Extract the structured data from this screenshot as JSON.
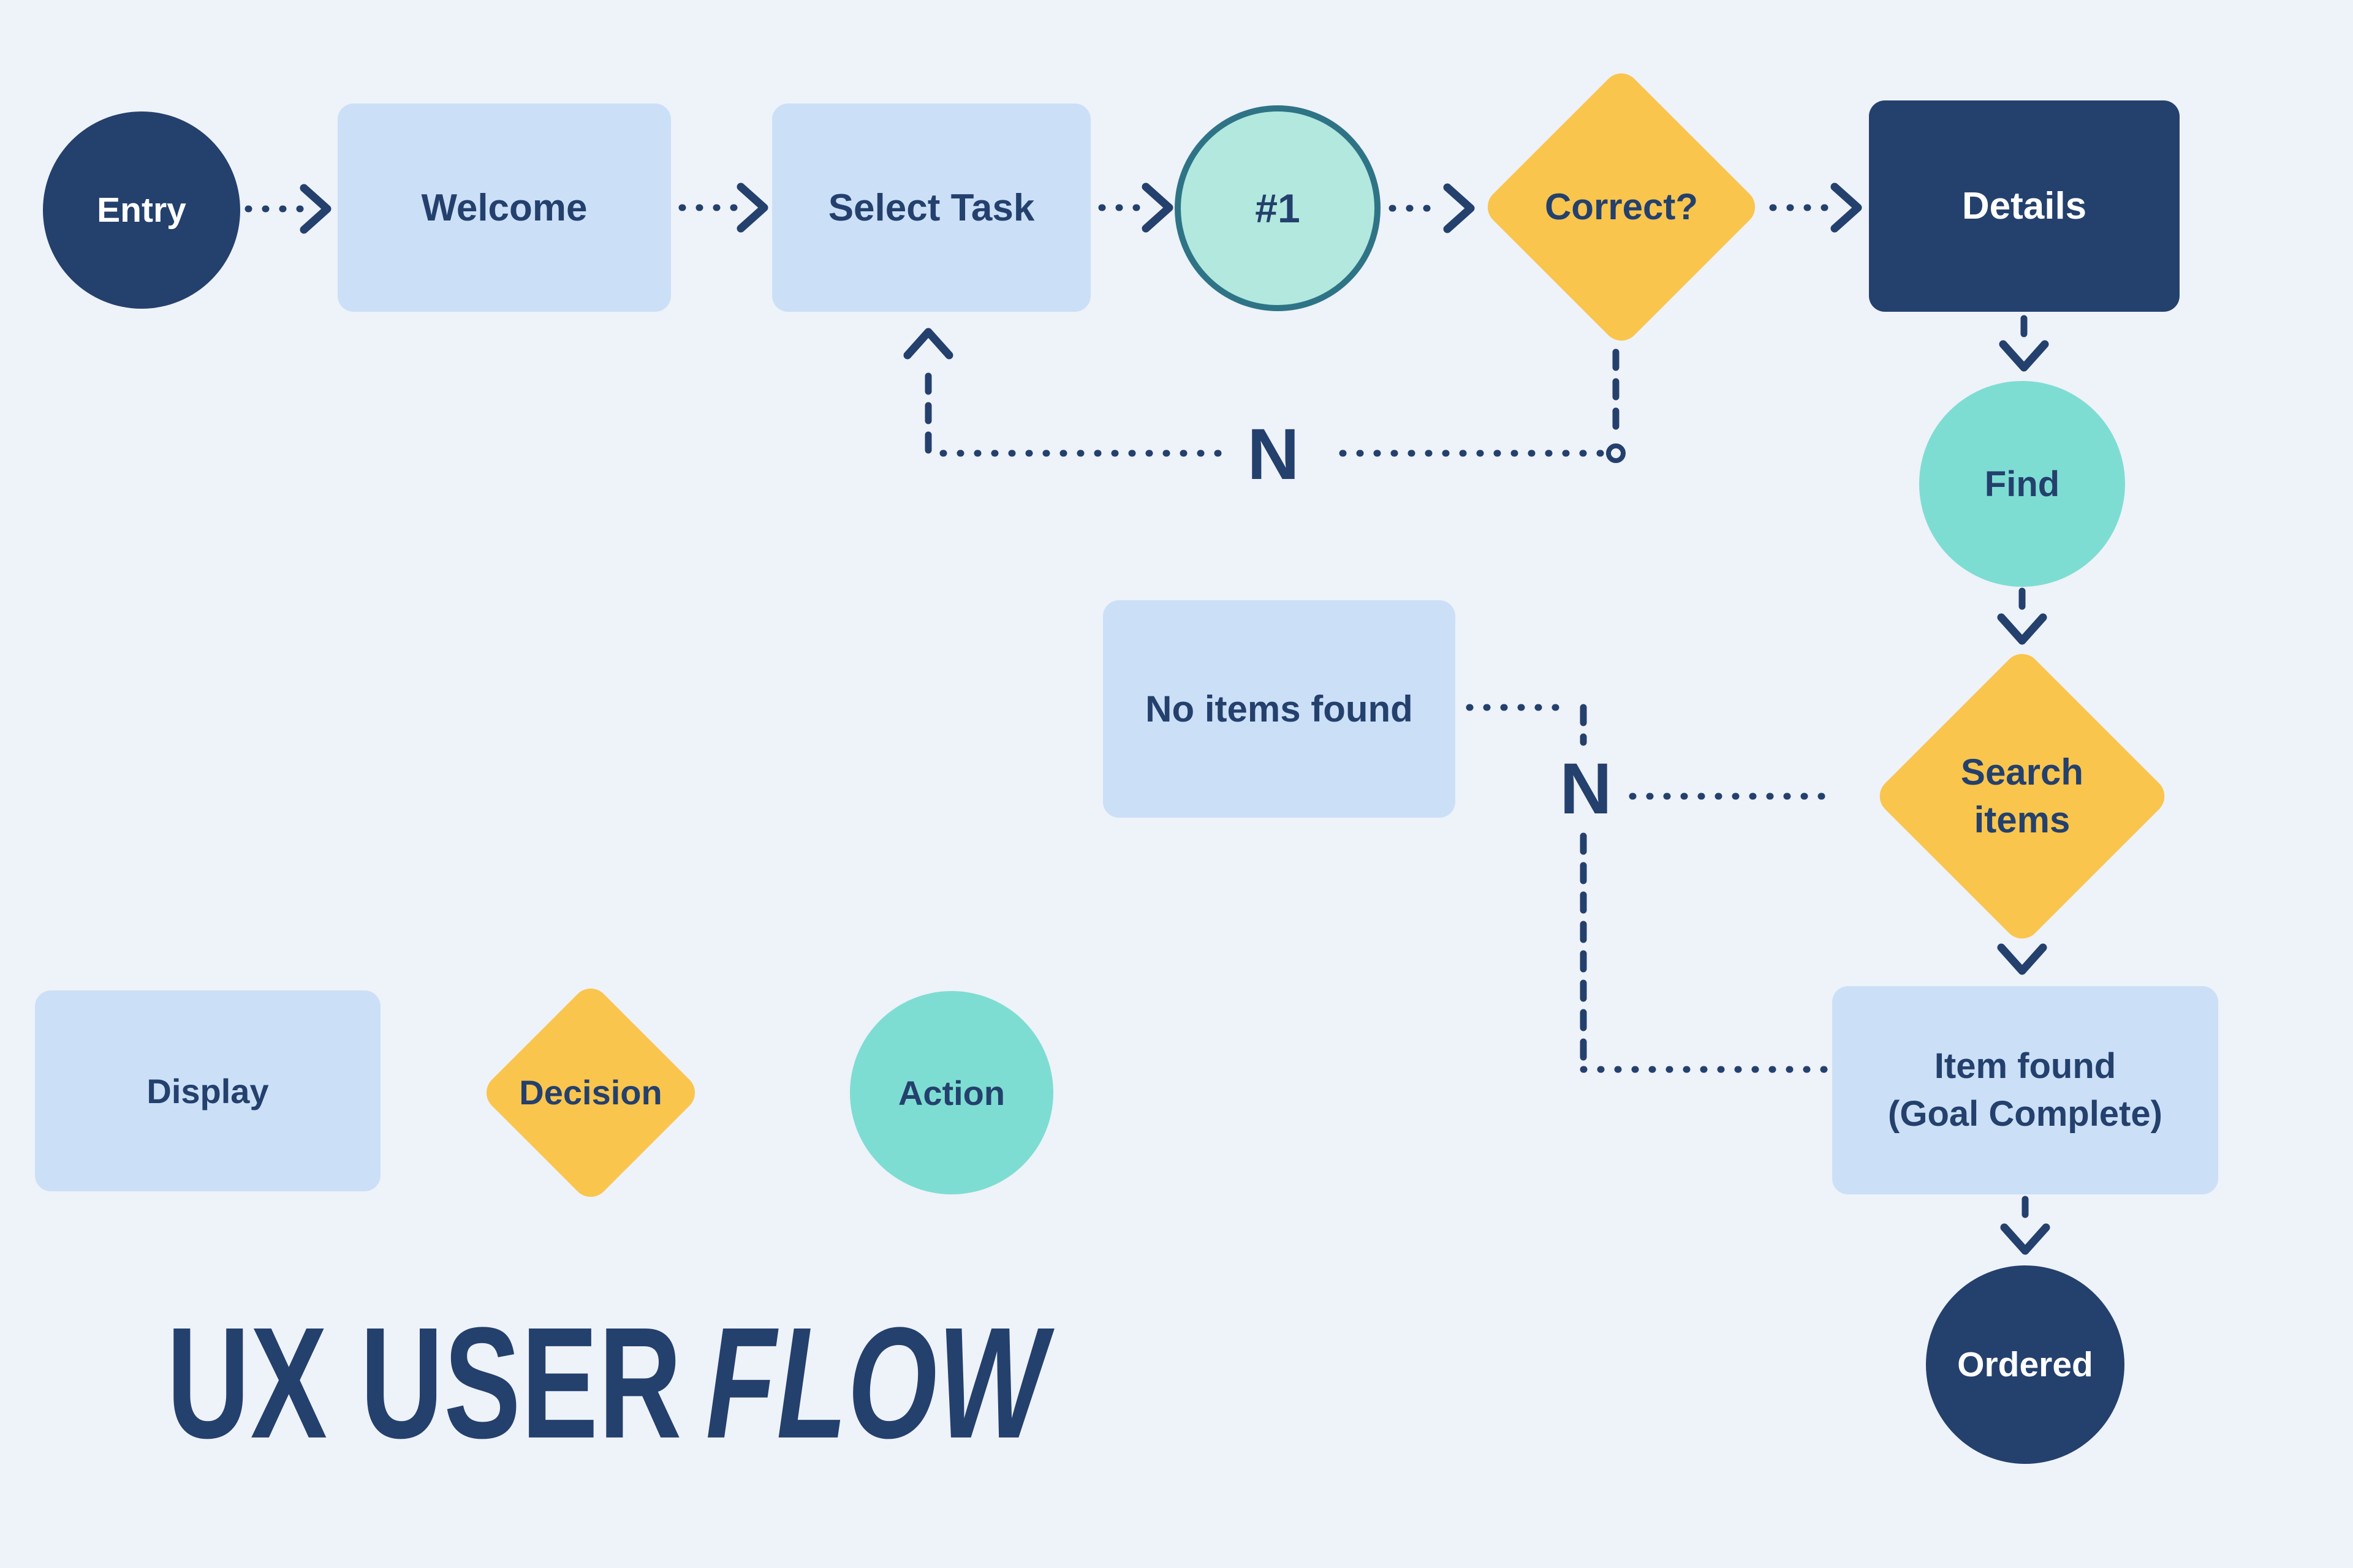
{
  "title": {
    "main": "UX USER",
    "accent": "FLOW"
  },
  "nodes": {
    "entry": {
      "label": "Entry"
    },
    "welcome": {
      "label": "Welcome"
    },
    "select_task": {
      "label": "Select Task"
    },
    "step1": {
      "label": "#1"
    },
    "correct": {
      "label": "Correct?"
    },
    "details": {
      "label": "Details"
    },
    "find": {
      "label": "Find"
    },
    "search_items": {
      "line1": "Search",
      "line2": "items"
    },
    "no_items": {
      "label": "No items found"
    },
    "item_found": {
      "line1": "Item found",
      "line2": "(Goal Complete)"
    },
    "ordered": {
      "label": "Ordered"
    }
  },
  "edge_labels": {
    "loop_no": "N",
    "search_no": "N"
  },
  "legend": {
    "display_label": "Display",
    "decision_label": "Decision",
    "action_label": "Action"
  },
  "colors": {
    "background": "#eef2f9",
    "navy": "#24406d",
    "light_blue": "#cbe0f7",
    "yellow": "#f9c54d",
    "teal": "#7eddd2",
    "mint": "#b2e8de",
    "teal_border": "#2e7486",
    "white_text": "#ffffff"
  }
}
